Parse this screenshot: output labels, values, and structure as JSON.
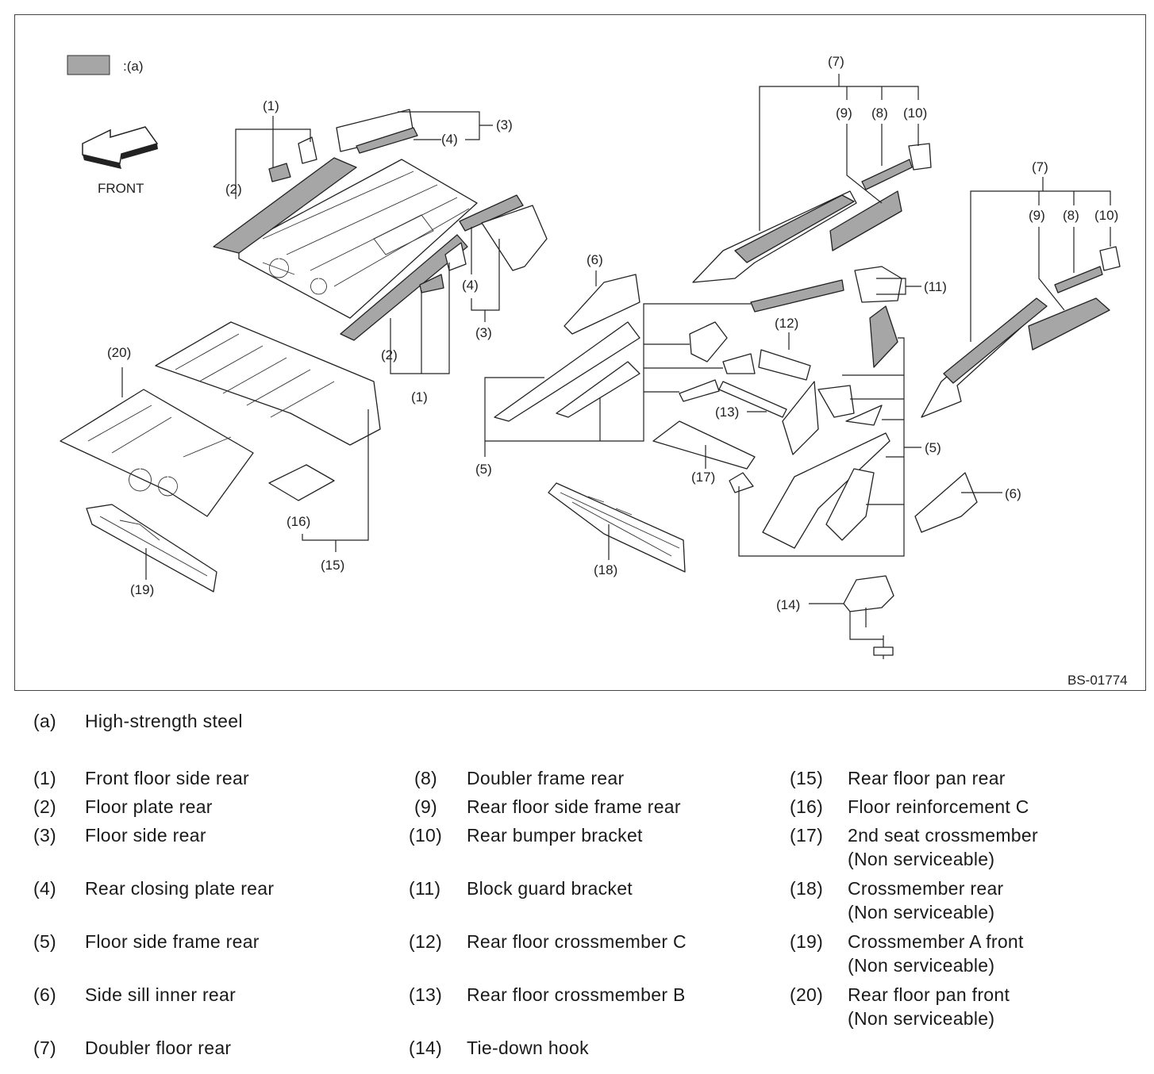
{
  "diagram": {
    "key_label": ":(a)",
    "direction_label": "FRONT",
    "figure_code": "BS-01774",
    "callouts": {
      "c1": "(1)",
      "c2": "(2)",
      "c3": "(3)",
      "c4": "(4)",
      "c5": "(5)",
      "c6": "(6)",
      "c7": "(7)",
      "c8": "(8)",
      "c9": "(9)",
      "c10": "(10)",
      "c11": "(11)",
      "c12": "(12)",
      "c13": "(13)",
      "c14": "(14)",
      "c15": "(15)",
      "c16": "(16)",
      "c17": "(17)",
      "c18": "(18)",
      "c19": "(19)",
      "c20": "(20)"
    },
    "colors": {
      "high_strength": "#a6a6a6",
      "outline": "#222222"
    }
  },
  "legend": {
    "key": {
      "code": "(a)",
      "desc": "High-strength steel"
    },
    "items": [
      {
        "code": "(1)",
        "desc": "Front floor side rear"
      },
      {
        "code": "(2)",
        "desc": "Floor plate rear"
      },
      {
        "code": "(3)",
        "desc": "Floor side rear"
      },
      {
        "code": "(4)",
        "desc": "Rear closing plate rear"
      },
      {
        "code": "(5)",
        "desc": "Floor side frame rear"
      },
      {
        "code": "(6)",
        "desc": "Side sill inner rear"
      },
      {
        "code": "(7)",
        "desc": "Doubler floor rear"
      },
      {
        "code": "(8)",
        "desc": "Doubler frame rear"
      },
      {
        "code": "(9)",
        "desc": "Rear floor side frame rear"
      },
      {
        "code": "(10)",
        "desc": "Rear bumper bracket"
      },
      {
        "code": "(11)",
        "desc": "Block guard bracket"
      },
      {
        "code": "(12)",
        "desc": "Rear floor crossmember C"
      },
      {
        "code": "(13)",
        "desc": "Rear floor crossmember B"
      },
      {
        "code": "(14)",
        "desc": "Tie-down hook"
      },
      {
        "code": "(15)",
        "desc": "Rear floor pan rear"
      },
      {
        "code": "(16)",
        "desc": "Floor reinforcement C"
      },
      {
        "code": "(17)",
        "desc": "2nd seat crossmember",
        "note": "(Non serviceable)"
      },
      {
        "code": "(18)",
        "desc": "Crossmember rear",
        "note": "(Non serviceable)"
      },
      {
        "code": "(19)",
        "desc": "Crossmember A front",
        "note": "(Non serviceable)"
      },
      {
        "code": "(20)",
        "desc": "Rear floor pan front",
        "note": "(Non serviceable)"
      }
    ]
  }
}
